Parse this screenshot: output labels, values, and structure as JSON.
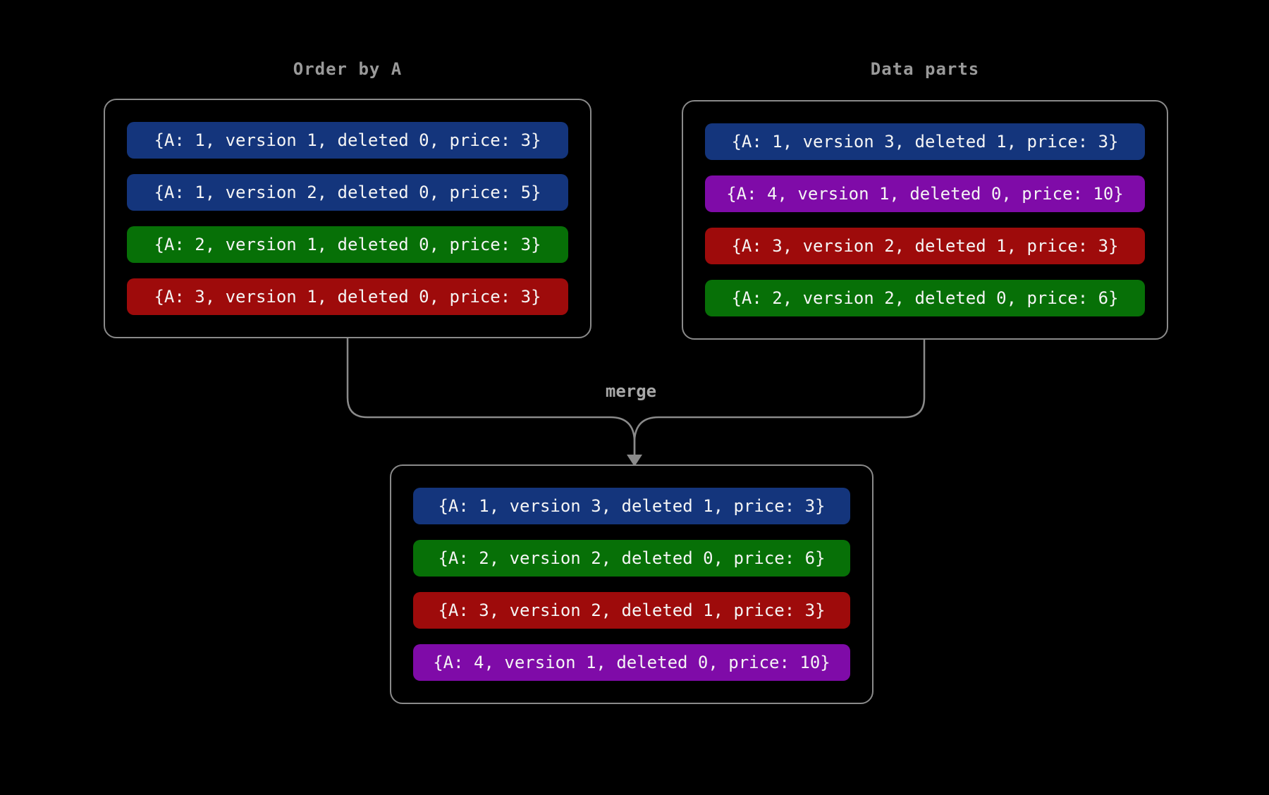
{
  "canvas": {
    "background": "#000000",
    "line_color": "#8a8a8a",
    "title_color": "#9a9a9a",
    "pill_text_color": "#f5f5f5"
  },
  "colors": {
    "blue": "#14357c",
    "green": "#077007",
    "red": "#9e0b0b",
    "purple": "#7f0ba8"
  },
  "left_box": {
    "title": "Order by A",
    "rows": [
      {
        "text": "{A: 1, version 1, deleted 0, price: 3}",
        "color": "blue"
      },
      {
        "text": "{A: 1, version 2, deleted 0, price: 5}",
        "color": "blue"
      },
      {
        "text": "{A: 2, version 1, deleted 0, price: 3}",
        "color": "green"
      },
      {
        "text": "{A: 3, version 1, deleted 0, price: 3}",
        "color": "red"
      }
    ]
  },
  "right_box": {
    "title": "Data parts",
    "rows": [
      {
        "text": "{A: 1, version 3, deleted 1, price: 3}",
        "color": "blue"
      },
      {
        "text": "{A: 4, version 1, deleted 0, price: 10}",
        "color": "purple"
      },
      {
        "text": "{A: 3, version 2, deleted 1, price: 3}",
        "color": "red"
      },
      {
        "text": "{A: 2, version 2, deleted 0, price: 6}",
        "color": "green"
      }
    ]
  },
  "merge": {
    "label": "merge"
  },
  "result_box": {
    "rows": [
      {
        "text": "{A: 1, version 3, deleted 1, price: 3}",
        "color": "blue"
      },
      {
        "text": "{A: 2, version 2, deleted 0, price: 6}",
        "color": "green"
      },
      {
        "text": "{A: 3, version 2, deleted 1, price: 3}",
        "color": "red"
      },
      {
        "text": "{A: 4, version 1, deleted 0, price: 10}",
        "color": "purple"
      }
    ]
  }
}
